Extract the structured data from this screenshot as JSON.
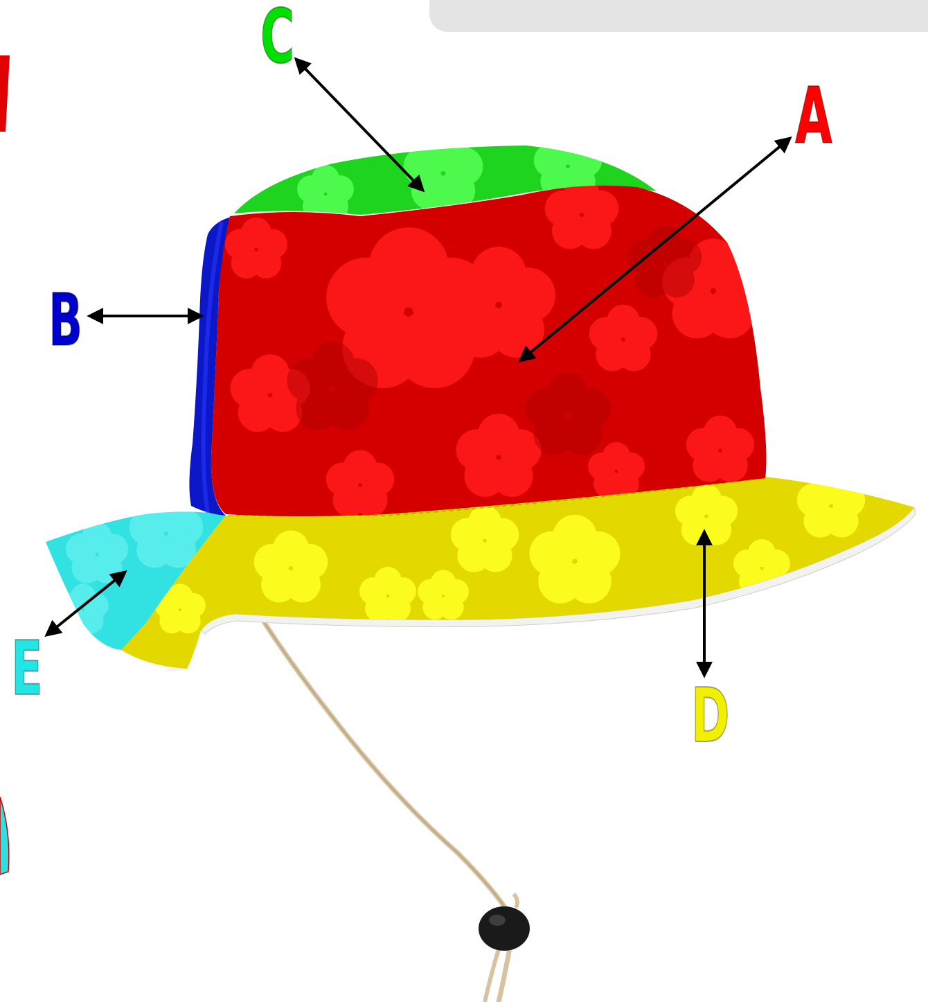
{
  "diagram": {
    "parts": [
      {
        "key": "A",
        "label": "A",
        "color": "#ff0000"
      },
      {
        "key": "B",
        "label": "B",
        "color": "#0000cc"
      },
      {
        "key": "C",
        "label": "C",
        "color": "#00e000"
      },
      {
        "key": "D",
        "label": "D",
        "color": "#f0f000"
      },
      {
        "key": "E",
        "label": "E",
        "color": "#22e6e6"
      }
    ],
    "subject_colors": {
      "crown_red": "#e60000",
      "top_green": "#1fe01f",
      "back_blue": "#0c17c8",
      "brim_yellow": "#f2ea00",
      "brim_cyan": "#32e2e2",
      "cord": "#d8c3a0",
      "toggle": "#1a1a1a"
    }
  }
}
